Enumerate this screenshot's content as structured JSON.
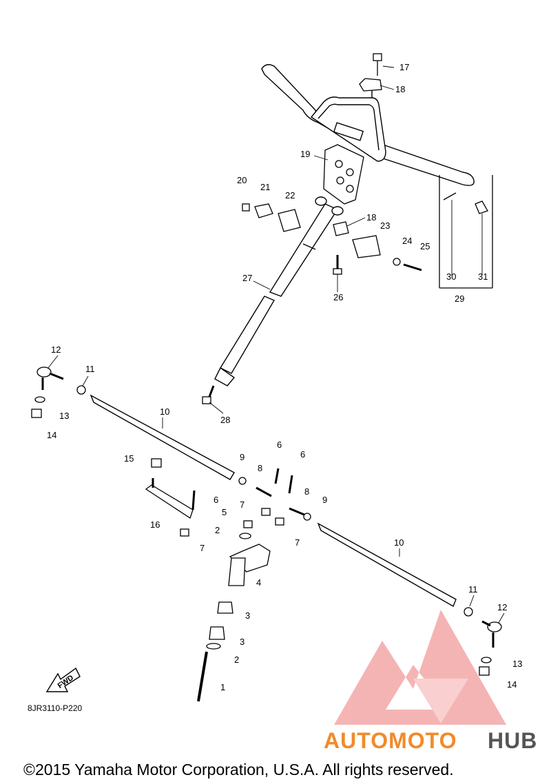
{
  "diagram": {
    "code": "8JR3110-P220",
    "fwd_label": "FWD",
    "callouts": [
      "1",
      "2",
      "2",
      "3",
      "3",
      "4",
      "5",
      "6",
      "6",
      "6",
      "7",
      "7",
      "7",
      "8",
      "8",
      "9",
      "9",
      "10",
      "10",
      "11",
      "11",
      "12",
      "12",
      "13",
      "13",
      "14",
      "14",
      "15",
      "16",
      "17",
      "18",
      "18",
      "19",
      "20",
      "21",
      "22",
      "23",
      "24",
      "25",
      "26",
      "27",
      "28",
      "29",
      "30",
      "31"
    ]
  },
  "watermark": {
    "part1": "AUTOMOTO",
    "part2": "HUB",
    "color_primary": "#f28a2a",
    "color_secondary": "#555555",
    "triangle_color": "#f4a8a8"
  },
  "footer": {
    "copyright": "©2015 Yamaha Motor Corporation, U.S.A. All rights reserved."
  }
}
